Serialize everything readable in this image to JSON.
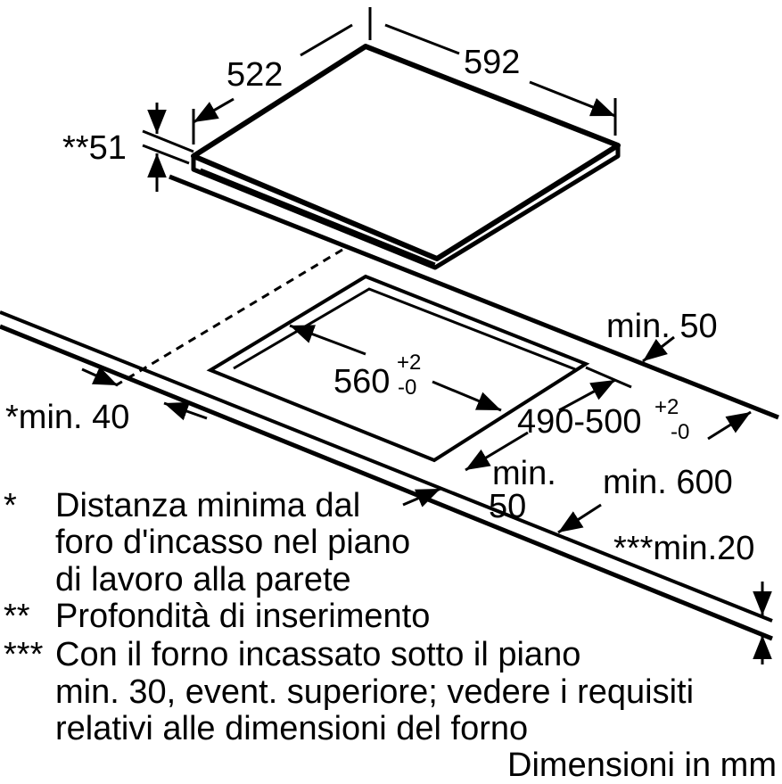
{
  "diagram": {
    "hob_width": "592",
    "hob_depth": "522",
    "insert_depth": "**51",
    "cutout_width": "560",
    "cutout_width_tol_plus": "+2",
    "cutout_width_tol_minus": "-0",
    "cutout_depth": "490-500",
    "cutout_depth_tol_plus": "+2",
    "cutout_depth_tol_minus": "-0",
    "min_back": "min. 50",
    "min_front_a": "min.",
    "min_front_b": "50",
    "min_wall": "*min. 40",
    "min_worktop": "min. 600",
    "min_thickness": "***min.20"
  },
  "notes": [
    {
      "mark": "*",
      "lines": [
        "Distanza minima dal",
        "foro d'incasso nel piano",
        "di lavoro alla parete"
      ]
    },
    {
      "mark": "**",
      "lines": [
        "Profondità di inserimento"
      ]
    },
    {
      "mark": "***",
      "lines": [
        "Con il forno incassato sotto il piano",
        "min. 30, event. superiore; vedere i requisiti",
        "relativi alle dimensioni del forno"
      ]
    }
  ],
  "units_caption": "Dimensioni in mm"
}
